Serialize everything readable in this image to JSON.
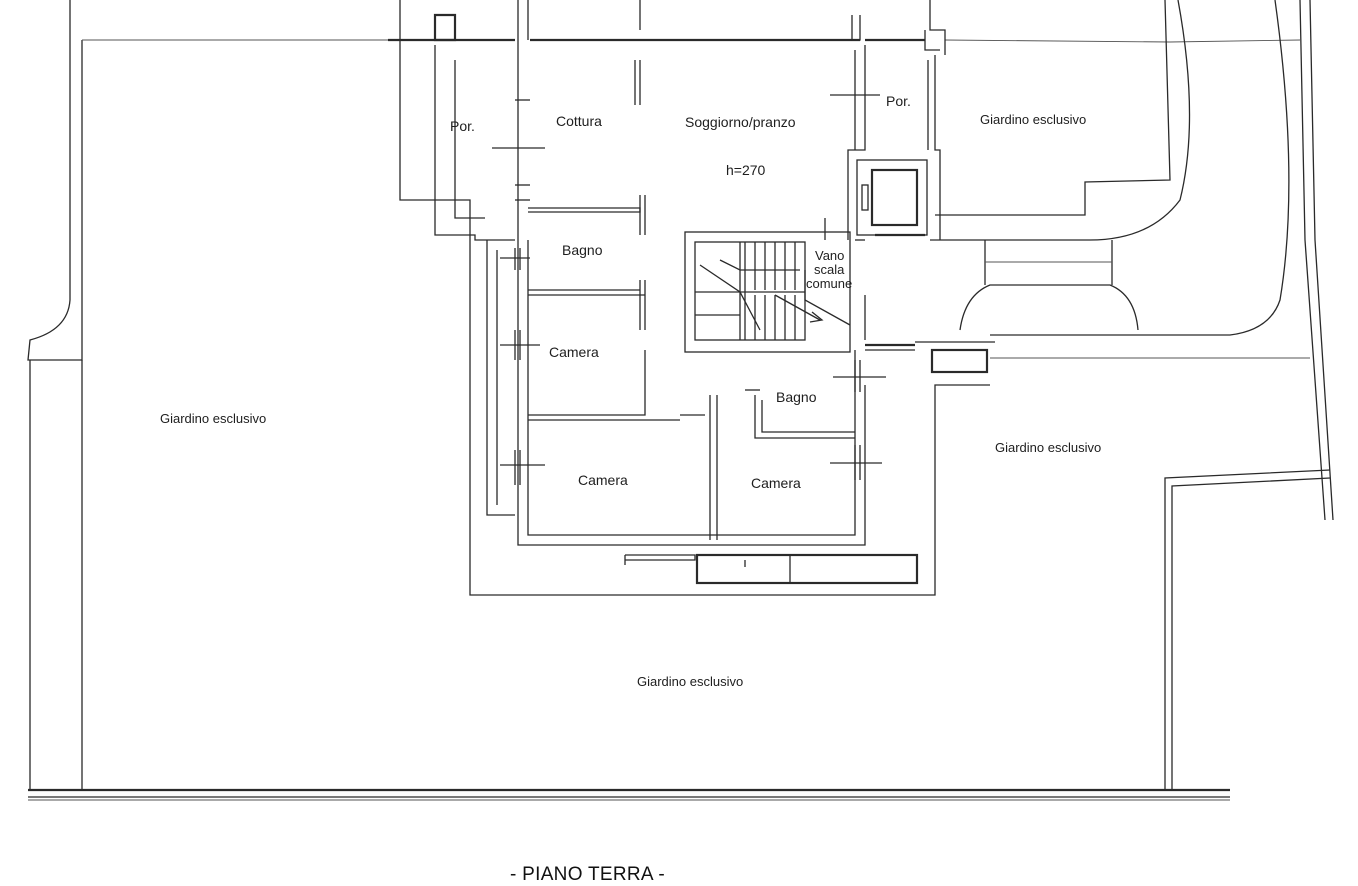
{
  "plan": {
    "title": "- PIANO TERRA -",
    "rooms": {
      "portico_left": "Por.",
      "cottura": "Cottura",
      "soggiorno": "Soggiorno/pranzo",
      "height_note": "h=270",
      "portico_right": "Por.",
      "giardino_top_right": "Giardino esclusivo",
      "bagno_1": "Bagno",
      "vano_line1": "Vano",
      "vano_line2": "scala",
      "vano_line3": "comune",
      "camera_1": "Camera",
      "giardino_left": "Giardino esclusivo",
      "bagno_2": "Bagno",
      "giardino_right": "Giardino esclusivo",
      "camera_2": "Camera",
      "camera_3": "Camera",
      "giardino_bottom": "Giardino esclusivo"
    }
  }
}
